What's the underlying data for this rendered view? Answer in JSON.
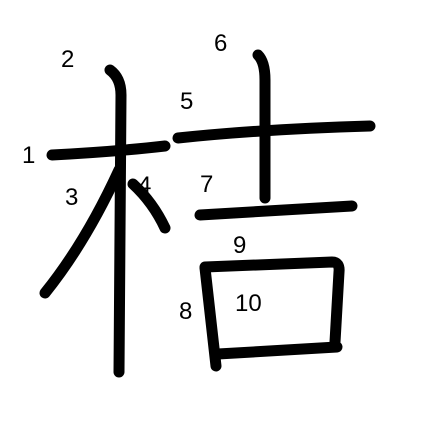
{
  "diagram": {
    "character": "桔",
    "stroke_color": "#000000",
    "background_color": "#ffffff",
    "stroke_numbers": [
      "1",
      "2",
      "3",
      "4",
      "5",
      "6",
      "7",
      "8",
      "9",
      "10"
    ]
  }
}
